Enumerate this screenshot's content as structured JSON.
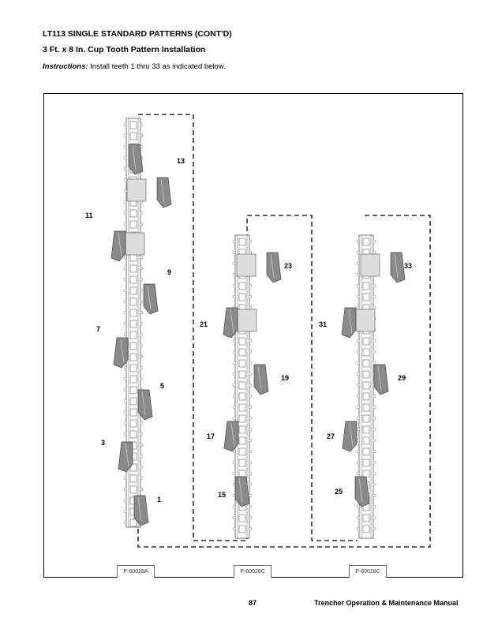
{
  "header": {
    "title": "LT113 SINGLE STANDARD PATTERNS (CONT'D)",
    "subtitle": "3 Ft. x 8 In. Cup Tooth Pattern Installation",
    "instructions_label": "Instructions:",
    "instructions_text": " Install teeth 1 thru 33 as indicated below."
  },
  "figure": {
    "tooth_labels": [
      "13",
      "11",
      "9",
      "7",
      "5",
      "3",
      "1",
      "23",
      "21",
      "19",
      "17",
      "15",
      "33",
      "31",
      "29",
      "27",
      "25"
    ],
    "part_numbers": [
      "P-60028A",
      "P-60028C",
      "P-60028C"
    ]
  },
  "footer": {
    "page_number": "87",
    "manual_title": "Trencher Operation & Maintenance Manual"
  }
}
